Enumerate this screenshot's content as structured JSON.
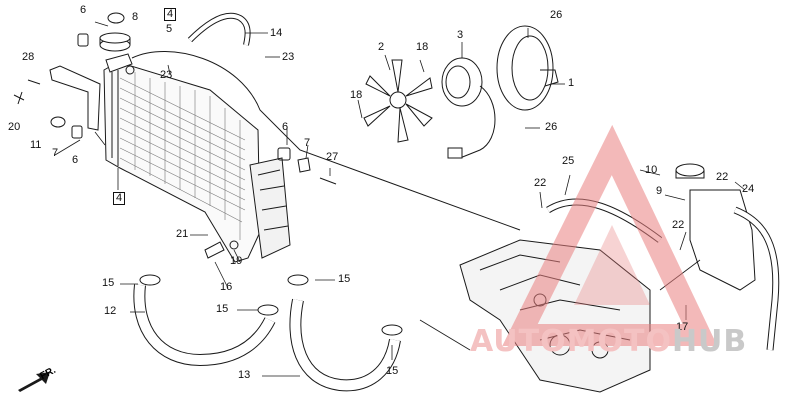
{
  "diagram": {
    "callouts": {
      "c1": "1",
      "c2": "2",
      "c3": "3",
      "c4a": "4",
      "c4b": "4",
      "c5": "5",
      "c6a": "6",
      "c6b": "6",
      "c6c": "6",
      "c7a": "7",
      "c7b": "7",
      "c8": "8",
      "c9": "9",
      "c10": "10",
      "c11": "11",
      "c12": "12",
      "c13": "13",
      "c14": "14",
      "c15a": "15",
      "c15b": "15",
      "c15c": "15",
      "c15d": "15",
      "c16": "16",
      "c17": "17",
      "c18a": "18",
      "c18b": "18",
      "c19": "19",
      "c20": "20",
      "c21": "21",
      "c22a": "22",
      "c22b": "22",
      "c22c": "22",
      "c23a": "23",
      "c23b": "23",
      "c24": "24",
      "c25": "25",
      "c26a": "26",
      "c26b": "26",
      "c27": "27",
      "c28": "28"
    },
    "direction_label": "FR."
  },
  "watermark": {
    "part1": "AUTOMOTO",
    "part2": "HUB"
  },
  "colors": {
    "line": "#1a1a1a",
    "watermark_red": "#e98080",
    "watermark_grey": "#c9c9c9"
  }
}
